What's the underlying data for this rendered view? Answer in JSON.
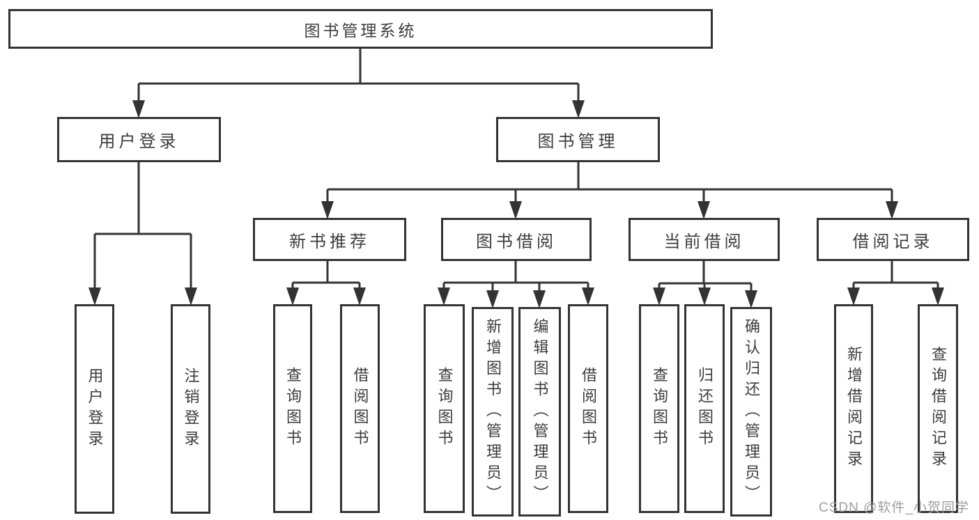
{
  "diagram_title": "图书管理系统",
  "nodes": {
    "root": "图书管理系统",
    "user_login": "用户登录",
    "book_mgmt": "图书管理",
    "new_book_rec": "新书推荐",
    "book_borrow": "图书借阅",
    "current_borrow": "当前借阅",
    "borrow_record": "借阅记录",
    "ul_login": "用户登录",
    "ul_logout": "注销登录",
    "nb_query": "查询图书",
    "nb_borrow": "借阅图书",
    "bb_query": "查询图书",
    "bb_add": "新增图书（管理员）",
    "bb_edit": "编辑图书（管理员）",
    "bb_borrow": "借阅图书",
    "cb_query": "查询图书",
    "cb_return": "归还图书",
    "cb_confirm": "确认归还（管理员）",
    "br_add": "新增借阅记录",
    "br_query": "查询借阅记录"
  },
  "hierarchy": {
    "图书管理系统": {
      "用户登录": [
        "用户登录",
        "注销登录"
      ],
      "图书管理": {
        "新书推荐": [
          "查询图书",
          "借阅图书"
        ],
        "图书借阅": [
          "查询图书",
          "新增图书（管理员）",
          "编辑图书（管理员）",
          "借阅图书"
        ],
        "当前借阅": [
          "查询图书",
          "归还图书",
          "确认归还（管理员）"
        ],
        "借阅记录": [
          "新增借阅记录",
          "查询借阅记录"
        ]
      }
    }
  },
  "watermark": "CSDN @软件_小贺同学",
  "colors": {
    "line": "#333333",
    "border": "#333333",
    "text": "#3c3c3c",
    "watermark": "#9d9d9d",
    "background": "#ffffff"
  }
}
